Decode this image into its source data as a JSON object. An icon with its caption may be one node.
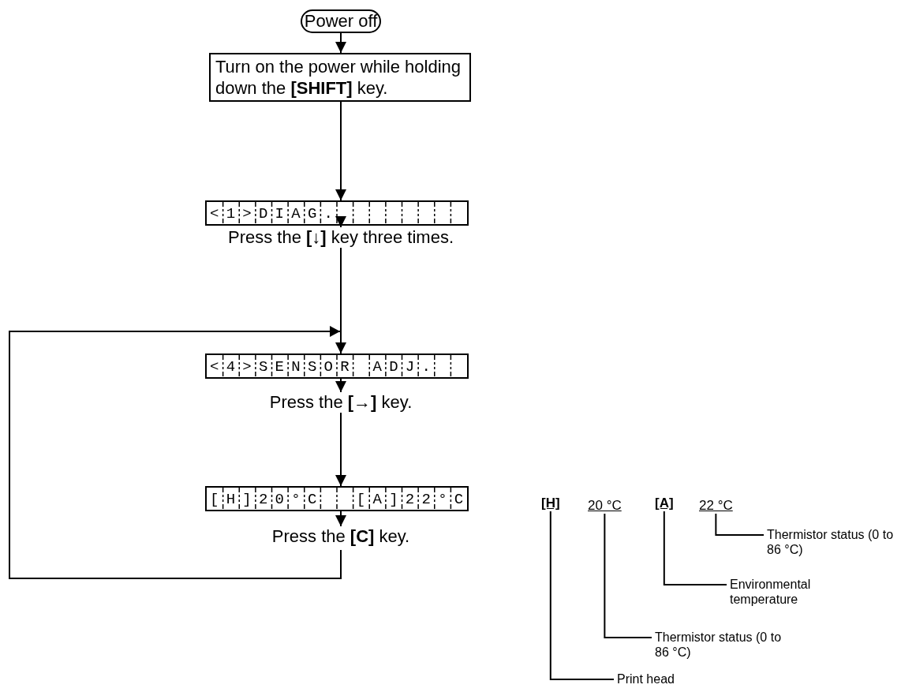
{
  "diagram": {
    "nodes": [
      {
        "text": [
          "Power off"
        ]
      },
      {
        "text": [
          "Turn on the power while holding down the **[SHIFT]** key."
        ]
      },
      {
        "text": [
          "<1>DIAG."
        ]
      },
      {
        "text": [
          "Press the **[↓]** key three times."
        ]
      },
      {
        "text": [
          "<4>SENSOR ADJ."
        ]
      },
      {
        "text": [
          "Press the **[→]** key."
        ]
      },
      {
        "text": [
          "[H]20°C  [A]22°C"
        ]
      },
      {
        "text": [
          "Press the **[C]** key."
        ]
      },
      {
        "text": [
          "[H]"
        ]
      },
      {
        "text": [
          "20 °C"
        ]
      },
      {
        "text": [
          "[A]"
        ]
      },
      {
        "text": [
          "22 °C"
        ]
      },
      {
        "text": [
          "Thermistor status (0 to 86 °C)"
        ]
      },
      {
        "text": [
          "Environmental temperature"
        ]
      },
      {
        "text": [
          "Thermistor status (0 to 86 °C)"
        ]
      },
      {
        "text": [
          "Print head"
        ]
      }
    ],
    "edges": [
      {
        "from": 0,
        "to": 1,
        "arrow": "to"
      },
      {
        "from": 1,
        "to": 2,
        "arrow": "to"
      },
      {
        "from": 2,
        "to": 3,
        "arrow": "to"
      },
      {
        "from": 3,
        "to": 4,
        "arrow": "to"
      },
      {
        "from": 4,
        "to": 5,
        "arrow": "to"
      },
      {
        "from": 5,
        "to": 6,
        "arrow": "to"
      },
      {
        "from": 6,
        "to": 7,
        "arrow": "to"
      },
      {
        "from": 7,
        "to": 4,
        "arrow": "to"
      },
      {
        "from": 11,
        "to": 12,
        "arrow": "none"
      },
      {
        "from": 10,
        "to": 13,
        "arrow": "none"
      },
      {
        "from": 9,
        "to": 14,
        "arrow": "none"
      },
      {
        "from": 8,
        "to": 15,
        "arrow": "none"
      }
    ]
  }
}
